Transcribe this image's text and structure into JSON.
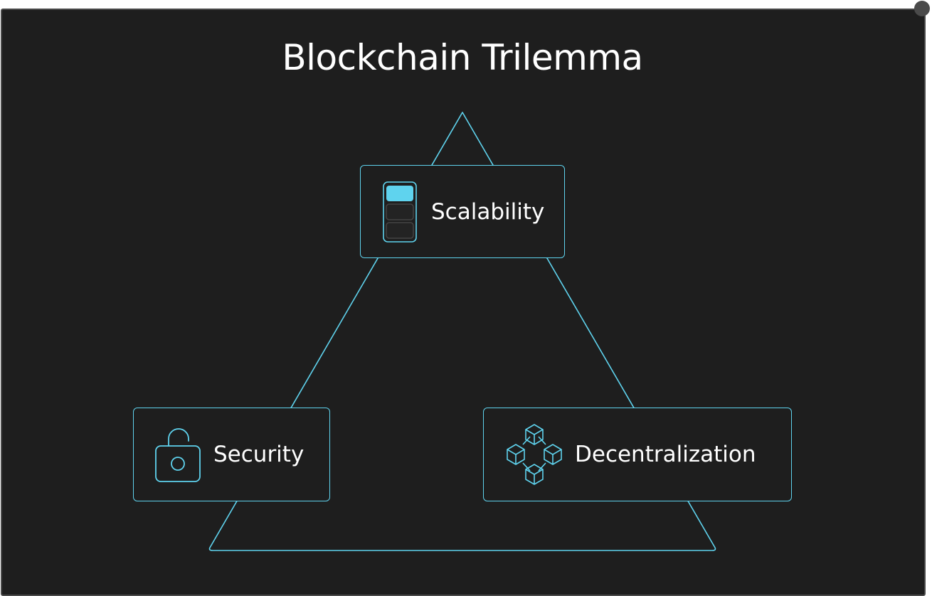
{
  "title": "Blockchain Trilemma",
  "nodes": {
    "scalability": {
      "label": "Scalability",
      "icon": "stack-layers-icon"
    },
    "security": {
      "label": "Security",
      "icon": "unlocked-padlock-icon"
    },
    "decentralization": {
      "label": "Decentralization",
      "icon": "cube-network-icon"
    }
  },
  "colors": {
    "background": "#1e1e1e",
    "accent": "#5fd3ee",
    "text": "#ffffff",
    "frame_border": "#4a4a4a"
  }
}
